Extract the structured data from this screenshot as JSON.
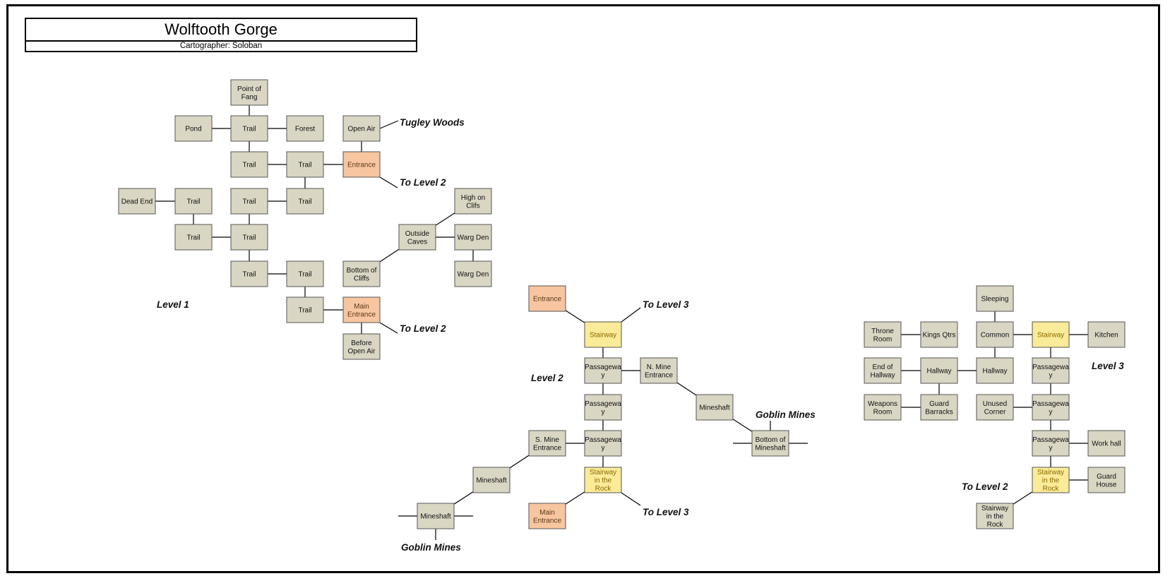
{
  "header": {
    "title": "Wolftooth Gorge",
    "subtitle": "Cartographer: Soloban"
  },
  "colors": {
    "room": "#d9d6c3",
    "entrance": "#f7c59f",
    "stairway": "#faeb99",
    "border": "#000000"
  },
  "rooms": [
    {
      "id": "l1_point_of_fang",
      "label": "Point of Fang",
      "type": "room"
    },
    {
      "id": "l1_pond",
      "label": "Pond",
      "type": "room"
    },
    {
      "id": "l1_trail_a",
      "label": "Trail",
      "type": "room"
    },
    {
      "id": "l1_forest",
      "label": "Forest",
      "type": "room"
    },
    {
      "id": "l1_open_air",
      "label": "Open Air",
      "type": "room"
    },
    {
      "id": "l1_trail_b",
      "label": "Trail",
      "type": "room"
    },
    {
      "id": "l1_trail_c",
      "label": "Trail",
      "type": "room"
    },
    {
      "id": "l1_entrance",
      "label": "Entrance",
      "type": "entrance"
    },
    {
      "id": "l1_dead_end",
      "label": "Dead End",
      "type": "room"
    },
    {
      "id": "l1_trail_d",
      "label": "Trail",
      "type": "room"
    },
    {
      "id": "l1_trail_e",
      "label": "Trail",
      "type": "room"
    },
    {
      "id": "l1_trail_f",
      "label": "Trail",
      "type": "room"
    },
    {
      "id": "l1_high_on_cliffs",
      "label": "High on Clifs",
      "type": "room"
    },
    {
      "id": "l1_trail_g",
      "label": "Trail",
      "type": "room"
    },
    {
      "id": "l1_trail_h",
      "label": "Trail",
      "type": "room"
    },
    {
      "id": "l1_outside_caves",
      "label": "Outside Caves",
      "type": "room"
    },
    {
      "id": "l1_warg_den_a",
      "label": "Warg Den",
      "type": "room"
    },
    {
      "id": "l1_trail_i",
      "label": "Trail",
      "type": "room"
    },
    {
      "id": "l1_trail_j",
      "label": "Trail",
      "type": "room"
    },
    {
      "id": "l1_bottom_of_cliffs",
      "label": "Bottom of Cliffs",
      "type": "room"
    },
    {
      "id": "l1_warg_den_b",
      "label": "Warg Den",
      "type": "room"
    },
    {
      "id": "l1_trail_k",
      "label": "Trail",
      "type": "room"
    },
    {
      "id": "l1_main_entrance",
      "label": "Main Entrance",
      "type": "entrance"
    },
    {
      "id": "l1_before_open_air",
      "label": "Before Open Air",
      "type": "room"
    },
    {
      "id": "l2_entrance",
      "label": "Entrance",
      "type": "entrance"
    },
    {
      "id": "l2_stairway",
      "label": "Stairway",
      "type": "stairway"
    },
    {
      "id": "l2_passage_a",
      "label": "Passagewa y",
      "type": "room"
    },
    {
      "id": "l2_n_mine_entrance",
      "label": "N. Mine Entrance",
      "type": "room"
    },
    {
      "id": "l2_passage_b",
      "label": "Passagewa y",
      "type": "room"
    },
    {
      "id": "l2_mineshaft_a",
      "label": "Mineshaft",
      "type": "room"
    },
    {
      "id": "l2_s_mine_entrance",
      "label": "S. Mine Entrance",
      "type": "room"
    },
    {
      "id": "l2_passage_c",
      "label": "Passagewa y",
      "type": "room"
    },
    {
      "id": "l2_bottom_of_mineshaft",
      "label": "Bottom of Mineshaft",
      "type": "room"
    },
    {
      "id": "l2_mineshaft_b",
      "label": "Mineshaft",
      "type": "room"
    },
    {
      "id": "l2_stairway_rock",
      "label": "Stairway in the Rock",
      "type": "stairway"
    },
    {
      "id": "l2_mineshaft_c",
      "label": "Mineshaft",
      "type": "room"
    },
    {
      "id": "l2_main_entrance",
      "label": "Main Entrance",
      "type": "entrance"
    },
    {
      "id": "l3_sleeping",
      "label": "Sleeping",
      "type": "room"
    },
    {
      "id": "l3_throne_room",
      "label": "Throne Room",
      "type": "room"
    },
    {
      "id": "l3_kings_qtrs",
      "label": "Kings Qtrs",
      "type": "room"
    },
    {
      "id": "l3_common",
      "label": "Common",
      "type": "room"
    },
    {
      "id": "l3_stairway",
      "label": "Stairway",
      "type": "stairway"
    },
    {
      "id": "l3_kitchen",
      "label": "Kitchen",
      "type": "room"
    },
    {
      "id": "l3_end_of_hallway",
      "label": "End of Hallway",
      "type": "room"
    },
    {
      "id": "l3_hallway_a",
      "label": "Hallway",
      "type": "room"
    },
    {
      "id": "l3_hallway_b",
      "label": "Hallway",
      "type": "room"
    },
    {
      "id": "l3_passage_a",
      "label": "Passagewa y",
      "type": "room"
    },
    {
      "id": "l3_weapons_room",
      "label": "Weapons Room",
      "type": "room"
    },
    {
      "id": "l3_guard_barracks",
      "label": "Guard Barracks",
      "type": "room"
    },
    {
      "id": "l3_unused_corner",
      "label": "Unused Corner",
      "type": "room"
    },
    {
      "id": "l3_passage_b",
      "label": "Passagewa y",
      "type": "room"
    },
    {
      "id": "l3_passage_c",
      "label": "Passagewa y",
      "type": "room"
    },
    {
      "id": "l3_work_hall",
      "label": "Work hall",
      "type": "room"
    },
    {
      "id": "l3_stairway_rock",
      "label": "Stairway in the Rock",
      "type": "stairway"
    },
    {
      "id": "l3_guard_house",
      "label": "Guard House",
      "type": "room"
    },
    {
      "id": "l3_stairway_rock_b",
      "label": "Stairway in the Rock",
      "type": "room"
    }
  ],
  "connections": [
    [
      "l1_point_of_fang",
      "l1_trail_a"
    ],
    [
      "l1_pond",
      "l1_trail_a"
    ],
    [
      "l1_trail_a",
      "l1_forest"
    ],
    [
      "l1_trail_a",
      "l1_trail_b"
    ],
    [
      "l1_trail_b",
      "l1_trail_c"
    ],
    [
      "l1_trail_c",
      "l1_entrance"
    ],
    [
      "l1_open_air",
      "l1_entrance"
    ],
    [
      "l1_trail_c",
      "l1_trail_f"
    ],
    [
      "l1_trail_e",
      "l1_trail_f"
    ],
    [
      "l1_dead_end",
      "l1_trail_d"
    ],
    [
      "l1_trail_d",
      "l1_trail_g"
    ],
    [
      "l1_trail_e",
      "l1_trail_h"
    ],
    [
      "l1_trail_g",
      "l1_trail_h"
    ],
    [
      "l1_trail_h",
      "l1_trail_i"
    ],
    [
      "l1_trail_i",
      "l1_trail_j"
    ],
    [
      "l1_trail_j",
      "l1_trail_k"
    ],
    [
      "l1_trail_k",
      "l1_main_entrance"
    ],
    [
      "l1_main_entrance",
      "l1_before_open_air"
    ],
    [
      "l1_bottom_of_cliffs",
      "l1_outside_caves"
    ],
    [
      "l1_outside_caves",
      "l1_high_on_cliffs"
    ],
    [
      "l1_outside_caves",
      "l1_warg_den_a"
    ],
    [
      "l1_warg_den_a",
      "l1_warg_den_b"
    ],
    [
      "l2_entrance",
      "l2_stairway"
    ],
    [
      "l2_stairway",
      "l2_passage_a"
    ],
    [
      "l2_passage_a",
      "l2_n_mine_entrance"
    ],
    [
      "l2_n_mine_entrance",
      "l2_mineshaft_a"
    ],
    [
      "l2_mineshaft_a",
      "l2_bottom_of_mineshaft"
    ],
    [
      "l2_passage_a",
      "l2_passage_b"
    ],
    [
      "l2_passage_b",
      "l2_passage_c"
    ],
    [
      "l2_s_mine_entrance",
      "l2_passage_c"
    ],
    [
      "l2_s_mine_entrance",
      "l2_mineshaft_b"
    ],
    [
      "l2_mineshaft_b",
      "l2_mineshaft_c"
    ],
    [
      "l2_passage_c",
      "l2_stairway_rock"
    ],
    [
      "l2_stairway_rock",
      "l2_main_entrance"
    ],
    [
      "l3_throne_room",
      "l3_kings_qtrs"
    ],
    [
      "l3_sleeping",
      "l3_common"
    ],
    [
      "l3_common",
      "l3_stairway"
    ],
    [
      "l3_stairway",
      "l3_kitchen"
    ],
    [
      "l3_common",
      "l3_hallway_b"
    ],
    [
      "l3_stairway",
      "l3_passage_a"
    ],
    [
      "l3_end_of_hallway",
      "l3_hallway_a"
    ],
    [
      "l3_hallway_a",
      "l3_hallway_b"
    ],
    [
      "l3_hallway_a",
      "l3_guard_barracks"
    ],
    [
      "l3_weapons_room",
      "l3_guard_barracks"
    ],
    [
      "l3_passage_a",
      "l3_passage_b"
    ],
    [
      "l3_unused_corner",
      "l3_passage_b"
    ],
    [
      "l3_passage_b",
      "l3_passage_c"
    ],
    [
      "l3_passage_c",
      "l3_work_hall"
    ],
    [
      "l3_passage_c",
      "l3_stairway_rock"
    ],
    [
      "l3_stairway_rock",
      "l3_guard_house"
    ],
    [
      "l3_stairway_rock",
      "l3_stairway_rock_b"
    ]
  ],
  "annotations": [
    {
      "id": "a_tugley",
      "text": "Tugley Woods"
    },
    {
      "id": "a_l1_to_l2_a",
      "text": "To Level 2"
    },
    {
      "id": "a_l1_to_l2_b",
      "text": "To Level 2"
    },
    {
      "id": "a_level1",
      "text": "Level 1"
    },
    {
      "id": "a_l2_to_l3_a",
      "text": "To Level 3"
    },
    {
      "id": "a_level2",
      "text": "Level 2"
    },
    {
      "id": "a_goblin_a",
      "text": "Goblin Mines"
    },
    {
      "id": "a_l2_to_l3_b",
      "text": "To Level 3"
    },
    {
      "id": "a_goblin_b",
      "text": "Goblin Mines"
    },
    {
      "id": "a_level3",
      "text": "Level 3"
    },
    {
      "id": "a_l3_to_l2",
      "text": "To Level 2"
    }
  ]
}
